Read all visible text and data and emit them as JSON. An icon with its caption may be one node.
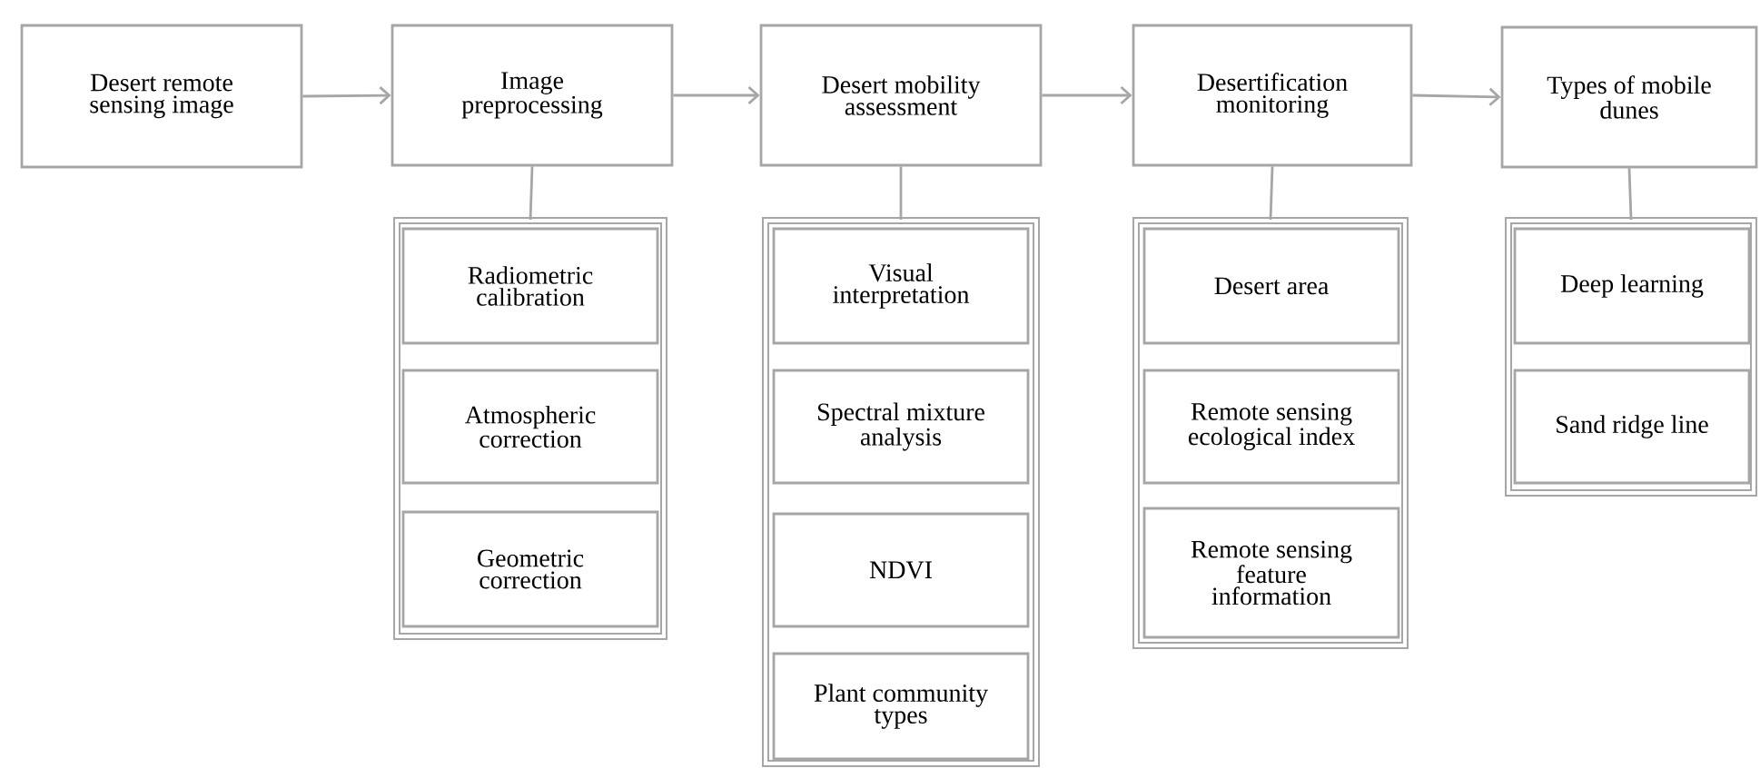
{
  "diagram": {
    "nodes": [
      {
        "text": [
          "Desert remote sensing image"
        ]
      },
      {
        "text": [
          "Image preprocessing"
        ]
      },
      {
        "text": [
          "Desert mobility assessment"
        ]
      },
      {
        "text": [
          "Desertification monitoring"
        ]
      },
      {
        "text": [
          "Types of mobile dunes"
        ]
      },
      {
        "text": [],
        "shape": "box"
      },
      {
        "text": [
          "Radiometric calibration"
        ],
        "in": 5
      },
      {
        "text": [
          "Atmospheric correction"
        ],
        "in": 5
      },
      {
        "text": [
          "Geometric correction"
        ],
        "in": 5
      },
      {
        "text": [],
        "shape": "box"
      },
      {
        "text": [
          "Visual interpretation"
        ],
        "in": 9
      },
      {
        "text": [
          "Spectral mixture analysis"
        ],
        "in": 9
      },
      {
        "text": [
          "NDVI"
        ],
        "in": 9
      },
      {
        "text": [
          "Plant community types"
        ],
        "in": 9
      },
      {
        "text": [],
        "shape": "box"
      },
      {
        "text": [
          "Desert area"
        ],
        "in": 14
      },
      {
        "text": [
          "Remote sensing ecological index"
        ],
        "in": 14
      },
      {
        "text": [
          "Remote sensing feature information"
        ],
        "in": 14
      },
      {
        "text": [],
        "shape": "box"
      },
      {
        "text": [
          "Deep learning"
        ],
        "in": 18
      },
      {
        "text": [
          "Sand ridge line"
        ],
        "in": 18
      }
    ],
    "edges": [
      {
        "from": 0,
        "to": 1,
        "arrow": "to"
      },
      {
        "from": 1,
        "to": 2,
        "arrow": "to"
      },
      {
        "from": 2,
        "to": 3,
        "arrow": "to"
      },
      {
        "from": 3,
        "to": 4,
        "arrow": "to"
      },
      {
        "from": 1,
        "to": 5,
        "arrow": "none"
      },
      {
        "from": 2,
        "to": 9,
        "arrow": "none"
      },
      {
        "from": 3,
        "to": 14,
        "arrow": "none"
      },
      {
        "from": 4,
        "to": 18,
        "arrow": "none"
      }
    ]
  }
}
